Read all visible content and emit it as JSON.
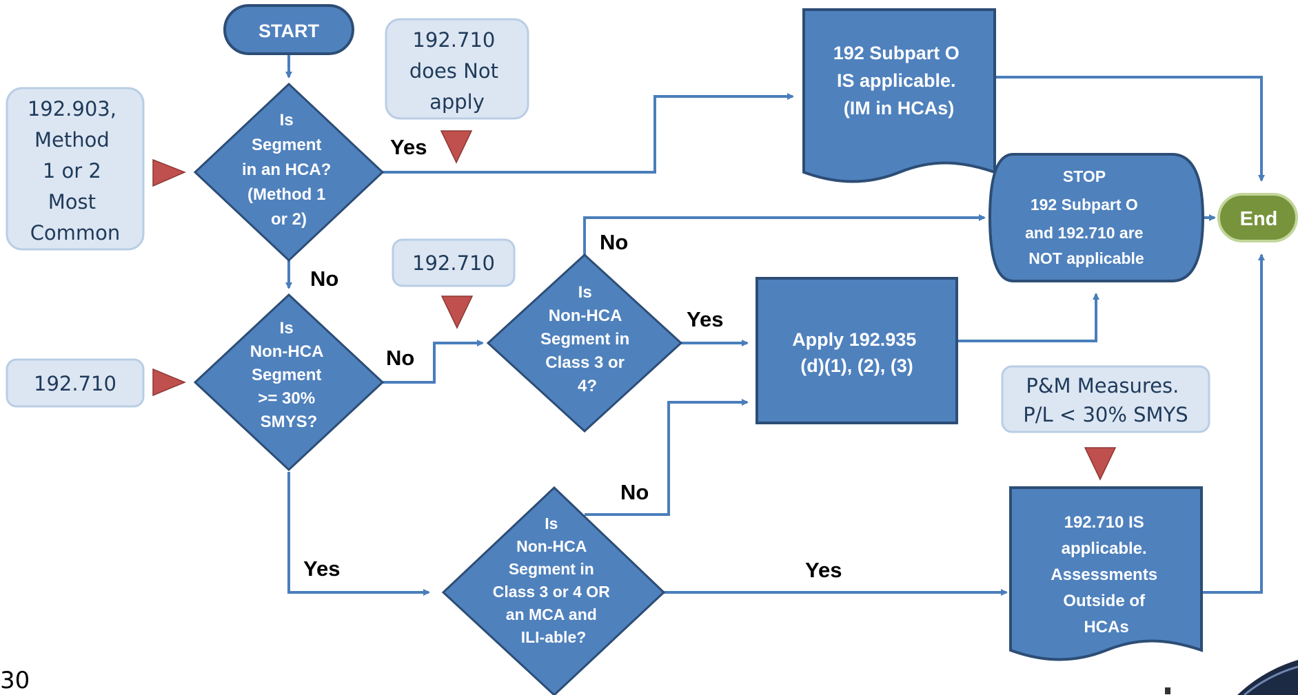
{
  "slide": {
    "page_number": "30"
  },
  "colors": {
    "shape_fill": "#4f81bd",
    "shape_border": "#2c4d75",
    "callout_fill": "#dce6f2",
    "callout_border": "#b9cde5",
    "end_fill": "#77933c",
    "end_border": "#c3d69b",
    "triangle": "#c0504d",
    "connector": "#4a7ebb"
  },
  "nodes": {
    "start": "START",
    "end": "End",
    "q_hca": [
      "Is",
      "Segment",
      "in an HCA?",
      "(Method 1",
      "or 2)"
    ],
    "q_30smys": [
      "Is",
      "Non-HCA",
      "Segment",
      ">= 30%",
      "SMYS?"
    ],
    "q_class34": [
      "Is",
      "Non-HCA",
      "Segment in",
      "Class 3 or",
      "4?"
    ],
    "q_mca": [
      "Is",
      "Non-HCA",
      "Segment in",
      "Class 3 or 4 OR",
      "an MCA and",
      "ILI-able?"
    ],
    "subpart_o": [
      "192 Subpart O",
      "IS applicable.",
      "(IM in HCAs)"
    ],
    "stop": [
      "STOP",
      "192 Subpart O",
      "and 192.710 are",
      "NOT applicable"
    ],
    "apply_935": [
      "Apply 192.935",
      "(d)(1), (2), (3)"
    ],
    "applicable_710": [
      "192.710 IS",
      "applicable.",
      "Assessments",
      "Outside of",
      "HCAs"
    ]
  },
  "callouts": {
    "method": [
      "192.903,",
      "Method",
      "1 or 2",
      "Most",
      "Common"
    ],
    "not_apply": [
      "192.710",
      "does Not",
      "apply"
    ],
    "ref_710_mid": "192.710",
    "ref_710_left": "192.710",
    "pm": [
      "P&M Measures.",
      "P/L < 30% SMYS"
    ]
  },
  "edge_labels": {
    "hca_yes": "Yes",
    "hca_no": "No",
    "smys_no": "No",
    "smys_yes": "Yes",
    "class_no": "No",
    "class_yes": "Yes",
    "mca_no": "No",
    "mca_yes": "Yes"
  }
}
